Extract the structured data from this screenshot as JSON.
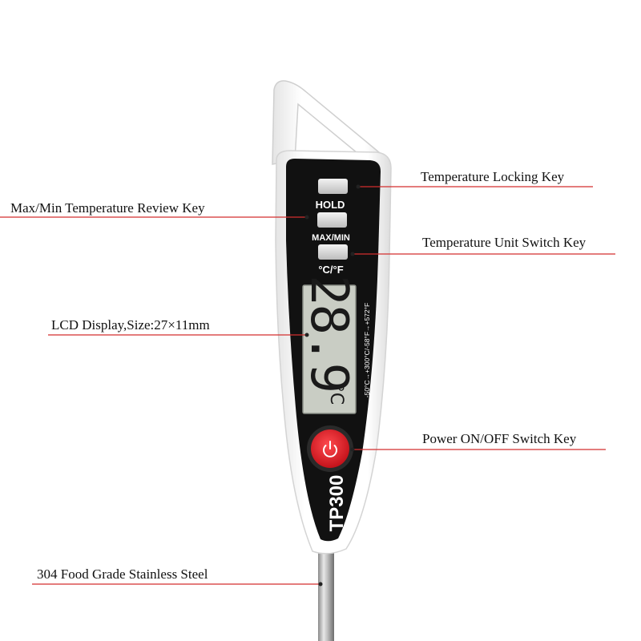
{
  "callouts": {
    "temperature_locking_key": "Temperature Locking Key",
    "max_min_review_key": "Max/Min Temperature Review Key",
    "temperature_unit_switch_key": "Temperature Unit Switch Key",
    "lcd_display": "LCD Display,Size:27×11mm",
    "power_switch_key": "Power ON/OFF Switch Key",
    "stainless_steel": "304 Food Grade Stainless Steel"
  },
  "device": {
    "hold_label": "HOLD",
    "maxmin_label": "MAX/MIN",
    "unit_label": "°C/°F",
    "range_label": "-50°C→+300°C/-58°F→+572°F",
    "lcd_reading": "28.9",
    "lcd_unit": "°C",
    "model": "TP300"
  },
  "colors": {
    "callout_line": "#d32f2f",
    "face": "#111111",
    "body": "#fafafa",
    "lcd": "#c9cdc4",
    "power_button": "#e31b23"
  },
  "icons": {
    "power": "power-icon"
  }
}
